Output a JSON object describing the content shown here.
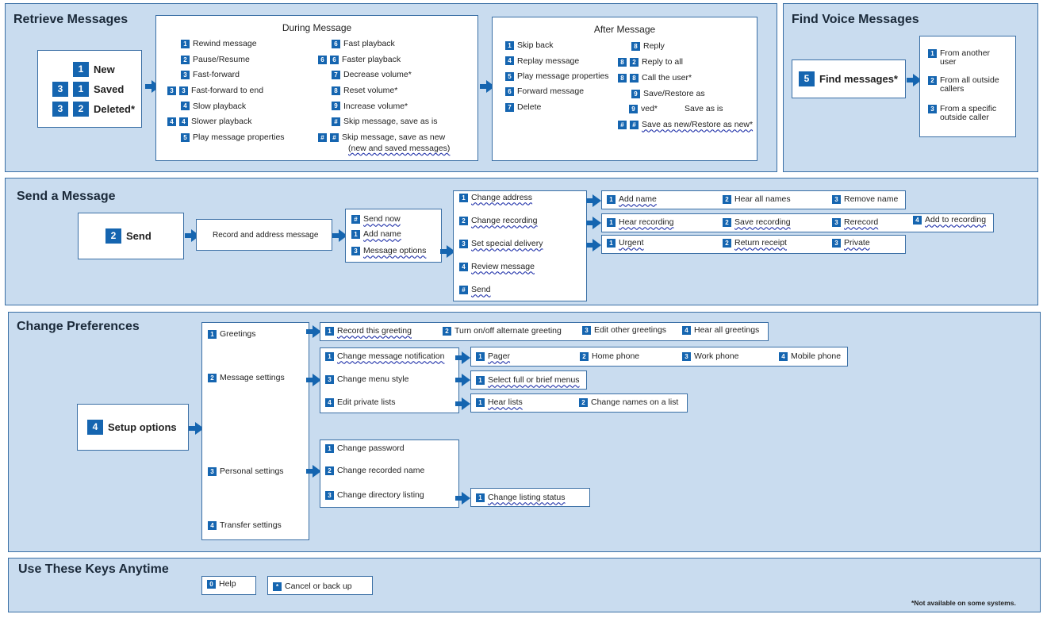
{
  "retrieve": {
    "title": "Retrieve Messages",
    "main": [
      {
        "k1": "",
        "k2": "1",
        "label": "New"
      },
      {
        "k1": "3",
        "k2": "1",
        "label": "Saved"
      },
      {
        "k1": "3",
        "k2": "2",
        "label": "Deleted*"
      }
    ],
    "during": {
      "header": "During Message",
      "left": [
        {
          "k1": "",
          "k2": "1",
          "label": "Rewind message"
        },
        {
          "k1": "",
          "k2": "2",
          "label": "Pause/Resume"
        },
        {
          "k1": "",
          "k2": "3",
          "label": "Fast-forward"
        },
        {
          "k1": "3",
          "k2": "3",
          "label": "Fast-forward to end"
        },
        {
          "k1": "",
          "k2": "4",
          "label": "Slow playback"
        },
        {
          "k1": "4",
          "k2": "4",
          "label": "Slower playback"
        },
        {
          "k1": "",
          "k2": "5",
          "label": "Play message properties"
        }
      ],
      "right": [
        {
          "k1": "",
          "k2": "6",
          "label": "Fast playback"
        },
        {
          "k1": "6",
          "k2": "6",
          "label": "Faster playback"
        },
        {
          "k1": "",
          "k2": "7",
          "label": "Decrease volume*"
        },
        {
          "k1": "",
          "k2": "8",
          "label": "Reset volume*"
        },
        {
          "k1": "",
          "k2": "9",
          "label": "Increase volume*"
        },
        {
          "k1": "",
          "k2": "#",
          "label": "Skip message, save as is"
        },
        {
          "k1": "#",
          "k2": "#",
          "label": "Skip message, save as new"
        }
      ],
      "right_extra": "(new and saved messages)"
    },
    "after": {
      "header": "After Message",
      "left": [
        {
          "k": "1",
          "label": "Skip back"
        },
        {
          "k": "4",
          "label": "Replay message"
        },
        {
          "k": "5",
          "label": "Play message properties"
        },
        {
          "k": "6",
          "label": "Forward message"
        },
        {
          "k": "7",
          "label": "Delete"
        }
      ],
      "right": [
        {
          "k1": "",
          "k2": "8",
          "label": "Reply"
        },
        {
          "k1": "8",
          "k2": "2",
          "label": "Reply to all"
        },
        {
          "k1": "8",
          "k2": "8",
          "label": "Call the user*"
        },
        {
          "k1": "",
          "k2": "9",
          "label": "Save/Restore as"
        },
        {
          "k1": "",
          "k2": "",
          "label": "Save as is"
        },
        {
          "k1": "#",
          "k2": "#",
          "label": "Save as new/Restore as new*"
        }
      ],
      "saved_frag": "ved*"
    }
  },
  "find": {
    "title": "Find Voice Messages",
    "main": {
      "k": "5",
      "label": "Find messages*"
    },
    "options": [
      {
        "k": "1",
        "label": "From another user"
      },
      {
        "k": "2",
        "label": "From all outside callers"
      },
      {
        "k": "3",
        "label": "From a specific outside caller"
      }
    ]
  },
  "send": {
    "title": "Send a Message",
    "main": {
      "k": "2",
      "label": "Send"
    },
    "record": "Record and address message",
    "step": [
      {
        "k": "#",
        "label": "Send now"
      },
      {
        "k": "1",
        "label": "Add name"
      },
      {
        "k": "3",
        "label": "Message options"
      }
    ],
    "options": [
      {
        "k": "1",
        "label": "Change address"
      },
      {
        "k": "2",
        "label": "Change recording"
      },
      {
        "k": "3",
        "label": "Set special delivery"
      },
      {
        "k": "4",
        "label": "Review message"
      },
      {
        "k": "#",
        "label": "Send"
      }
    ],
    "address": [
      {
        "k": "1",
        "label": "Add name"
      },
      {
        "k": "2",
        "label": "Hear all names"
      },
      {
        "k": "3",
        "label": "Remove name"
      }
    ],
    "recording": [
      {
        "k": "1",
        "label": "Hear recording"
      },
      {
        "k": "2",
        "label": "Save recording"
      },
      {
        "k": "3",
        "label": "Rerecord"
      },
      {
        "k": "4",
        "label": "Add to recording"
      }
    ],
    "delivery": [
      {
        "k": "1",
        "label": "Urgent"
      },
      {
        "k": "2",
        "label": "Return receipt"
      },
      {
        "k": "3",
        "label": "Private"
      }
    ]
  },
  "prefs": {
    "title": "Change Preferences",
    "main": {
      "k": "4",
      "label": "Setup options"
    },
    "cats": [
      {
        "k": "1",
        "label": "Greetings"
      },
      {
        "k": "2",
        "label": "Message settings"
      },
      {
        "k": "3",
        "label": "Personal settings"
      },
      {
        "k": "4",
        "label": "Transfer settings"
      }
    ],
    "greetings": [
      {
        "k": "1",
        "label": "Record this greeting"
      },
      {
        "k": "2",
        "label": "Turn on/off alternate greeting"
      },
      {
        "k": "3",
        "label": "Edit other greetings"
      },
      {
        "k": "4",
        "label": "Hear all greetings"
      }
    ],
    "msgset": [
      {
        "k": "1",
        "label": "Change message notification"
      },
      {
        "k": "3",
        "label": "Change menu style"
      },
      {
        "k": "4",
        "label": "Edit private lists"
      }
    ],
    "notify": [
      {
        "k": "1",
        "label": "Pager"
      },
      {
        "k": "2",
        "label": "Home phone"
      },
      {
        "k": "3",
        "label": "Work phone"
      },
      {
        "k": "4",
        "label": "Mobile phone"
      }
    ],
    "menu": [
      {
        "k": "1",
        "label": "Select full or brief menus"
      }
    ],
    "lists": [
      {
        "k": "1",
        "label": "Hear lists"
      },
      {
        "k": "2",
        "label": "Change names on a list"
      }
    ],
    "personal": [
      {
        "k": "1",
        "label": "Change password"
      },
      {
        "k": "2",
        "label": "Change recorded name"
      },
      {
        "k": "3",
        "label": "Change directory listing"
      }
    ],
    "listing": [
      {
        "k": "1",
        "label": "Change listing status"
      }
    ]
  },
  "keys": {
    "title": "Use These Keys Anytime",
    "items": [
      {
        "k": "0",
        "label": "Help"
      },
      {
        "k": "*",
        "label": "Cancel or back up"
      }
    ],
    "note": "*Not available on some systems."
  },
  "colors": {
    "panel": "#c9dcef",
    "key": "#1565b0",
    "border": "#3a6fa5"
  }
}
